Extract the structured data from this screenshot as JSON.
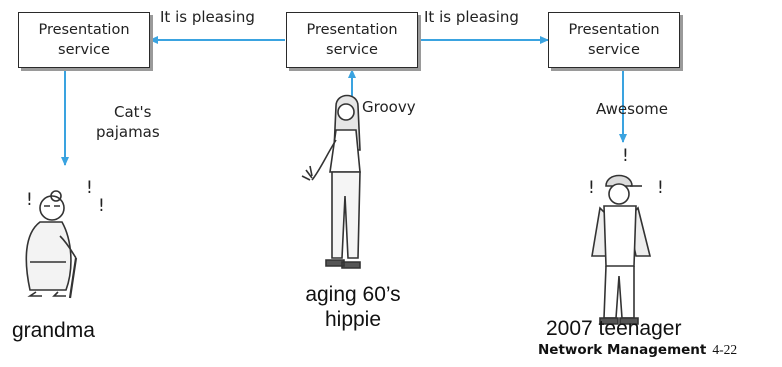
{
  "boxes": {
    "left": {
      "line1": "Presentation",
      "line2": "service"
    },
    "center": {
      "line1": "Presentation",
      "line2": "service"
    },
    "right": {
      "line1": "Presentation",
      "line2": "service"
    }
  },
  "messages": {
    "center_to_left": "It is pleasing",
    "center_to_right": "It is pleasing",
    "hippie_up": "Groovy",
    "to_grandma_line1": "Cat's",
    "to_grandma_line2": "pajamas",
    "to_teenager": "Awesome"
  },
  "exclamation": "!",
  "people": {
    "grandma": {
      "caption": "grandma"
    },
    "hippie": {
      "caption_line1": "aging 60’s",
      "caption_line2": "hippie"
    },
    "teenager": {
      "caption": "2007 teenager"
    }
  },
  "footer": {
    "title": "Network Management",
    "page": "4-22"
  },
  "colors": {
    "arrow": "#3aa3e0",
    "border": "#2a2a2a",
    "shadow": "#9a9a9a",
    "text": "#222222"
  }
}
